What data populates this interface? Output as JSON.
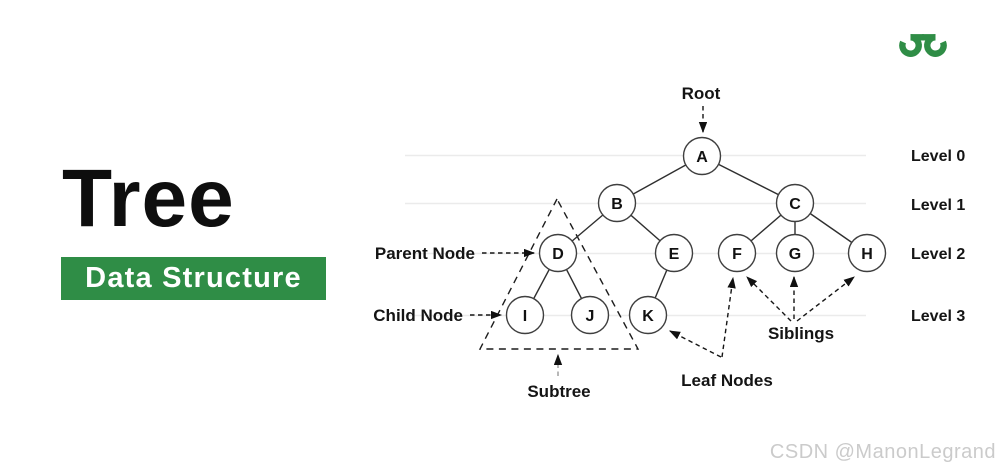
{
  "title": {
    "heading": "Tree",
    "subtitle": "Data Structure"
  },
  "brand": {
    "name": "geeksforgeeks-logo",
    "green": "#2f8d46"
  },
  "diagram": {
    "annotations": {
      "root": "Root",
      "parent": "Parent Node",
      "child": "Child Node",
      "subtree": "Subtree",
      "leaf_nodes": "Leaf Nodes",
      "siblings": "Siblings"
    },
    "levels": [
      "Level 0",
      "Level 1",
      "Level 2",
      "Level 3"
    ],
    "nodes": [
      {
        "label": "A"
      },
      {
        "label": "B"
      },
      {
        "label": "C"
      },
      {
        "label": "D"
      },
      {
        "label": "E"
      },
      {
        "label": "F"
      },
      {
        "label": "G"
      },
      {
        "label": "H"
      },
      {
        "label": "I"
      },
      {
        "label": "J"
      },
      {
        "label": "K"
      }
    ],
    "edges": [
      [
        "A",
        "B"
      ],
      [
        "A",
        "C"
      ],
      [
        "B",
        "D"
      ],
      [
        "B",
        "E"
      ],
      [
        "C",
        "F"
      ],
      [
        "C",
        "G"
      ],
      [
        "C",
        "H"
      ],
      [
        "D",
        "I"
      ],
      [
        "D",
        "J"
      ],
      [
        "E",
        "K"
      ]
    ],
    "colors": {
      "node_stroke": "#3f3f3f",
      "edge": "#2f2f2f",
      "level_line": "#ebebeb",
      "label_text": "#141414"
    }
  },
  "watermark": "CSDN @ManonLegrand"
}
